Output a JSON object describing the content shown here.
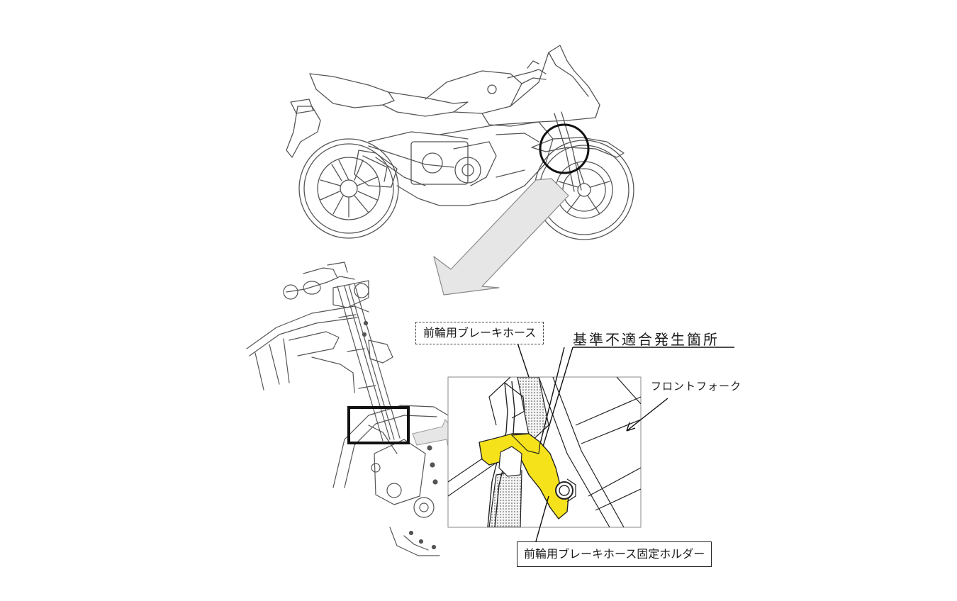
{
  "labels": {
    "brake_hose": "前輪用ブレーキホース",
    "nonconformity_location": "基準不適合発生箇所",
    "front_fork": "フロントフォーク",
    "hose_holder": "前輪用ブレーキホース固定ホルダー"
  },
  "colors": {
    "line_art": "#555555",
    "highlight_yellow": "#f5e21b",
    "arrow_fill": "#e6e6e6"
  },
  "icons": {
    "callout_circle": "circle-marker",
    "zoom_arrow": "arrow-down-left"
  }
}
